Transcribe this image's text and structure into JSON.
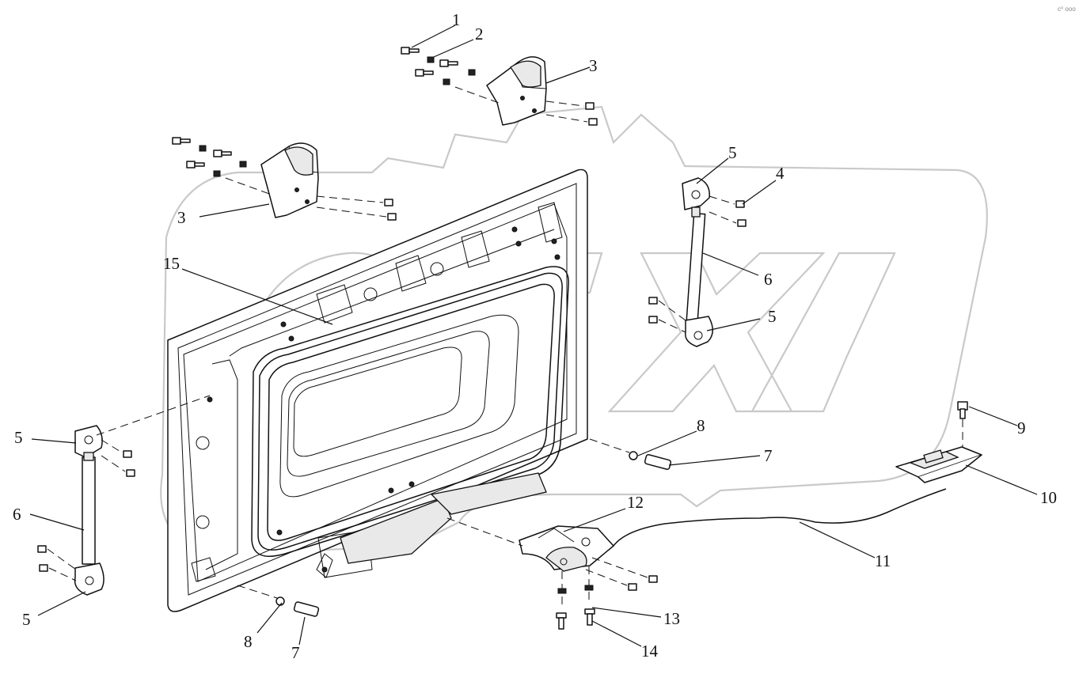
{
  "corner_mark": "c⁰ ooo",
  "callouts": {
    "c1": "1",
    "c2": "2",
    "c3a": "3",
    "c3b": "3",
    "c4": "4",
    "c5a": "5",
    "c5b": "5",
    "c5c": "5",
    "c5d": "5",
    "c6a": "6",
    "c6b": "6",
    "c7a": "7",
    "c7b": "7",
    "c8a": "8",
    "c8b": "8",
    "c9": "9",
    "c10": "10",
    "c11": "11",
    "c12": "12",
    "c13": "13",
    "c14": "14",
    "c15": "15"
  }
}
